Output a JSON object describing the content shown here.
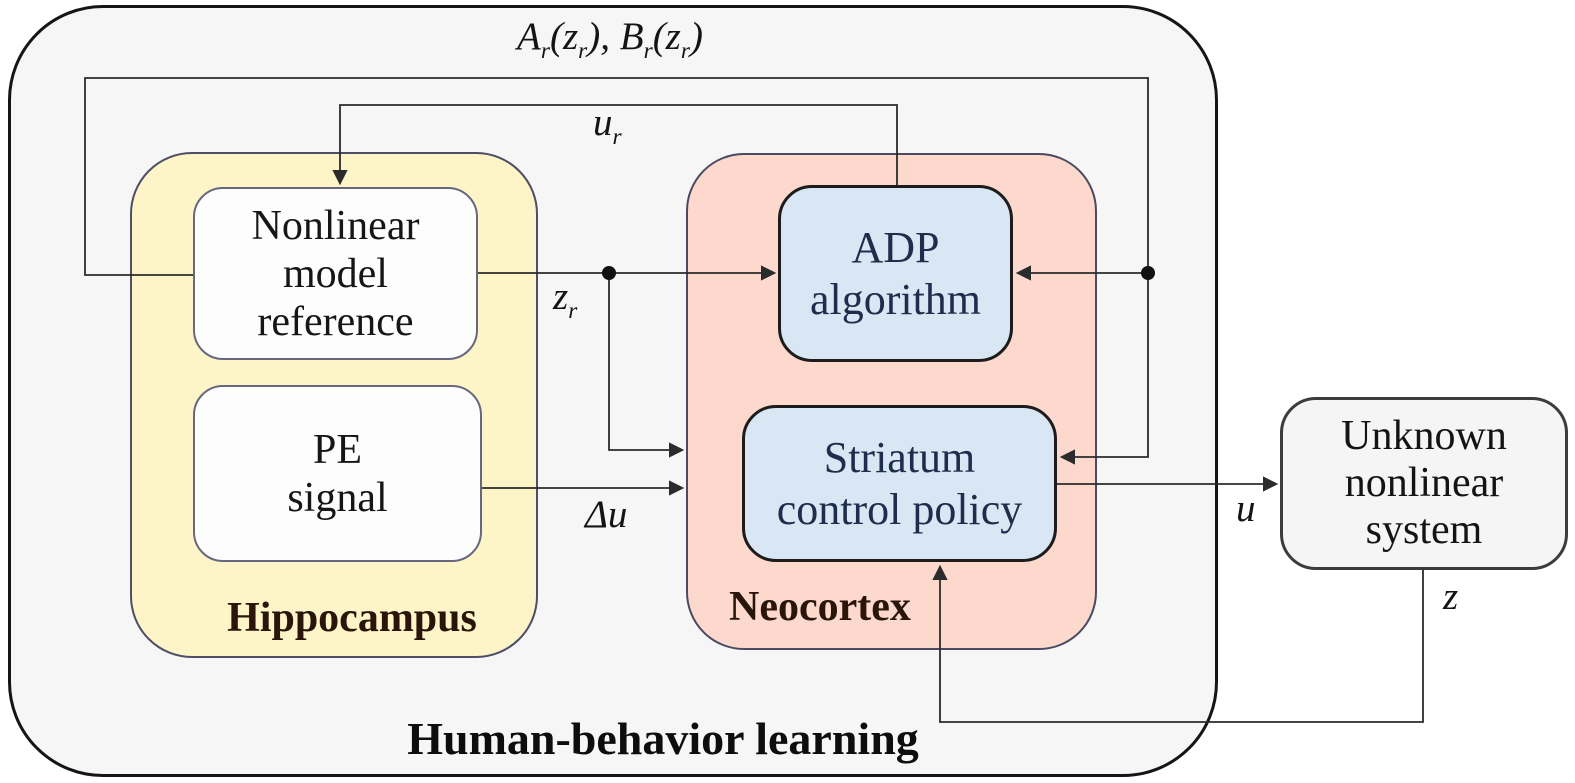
{
  "colors": {
    "outer_fill": "#f6f6f7",
    "hippocampus_fill": "#fdf4c8",
    "neocortex_fill": "#fcd8cd",
    "module_fill": "#d9e6f3",
    "box_fill": "#fdfdfe",
    "plant_fill": "#f5f5f6",
    "wire": "#2b2b2b",
    "brown_label": "#2a150a",
    "navy_text": "#1f2d4d"
  },
  "outer": {
    "label": "Human-behavior learning"
  },
  "hippocampus": {
    "label": "Hippocampus",
    "model_reference": {
      "l1": "Nonlinear",
      "l2": "model",
      "l3": "reference"
    },
    "pe_signal": {
      "l1": "PE",
      "l2": "signal"
    }
  },
  "neocortex": {
    "label": "Neocortex",
    "adp": {
      "l1": "ADP",
      "l2": "algorithm"
    },
    "striatum": {
      "l1": "Striatum",
      "l2": "control policy"
    }
  },
  "plant": {
    "l1": "Unknown",
    "l2": "nonlinear",
    "l3": "system"
  },
  "signals": {
    "ab": {
      "a_base": "A",
      "a_sub": "r",
      "a_arg": "(z",
      "a_argsub": "r",
      "a_close": "), ",
      "b_base": "B",
      "b_sub": "r",
      "b_arg": "(z",
      "b_argsub": "r",
      "b_close": ")"
    },
    "ur": {
      "base": "u",
      "sub": "r"
    },
    "zr": {
      "base": "z",
      "sub": "r"
    },
    "du": {
      "text": "Δu"
    },
    "u": {
      "text": "u"
    },
    "z": {
      "text": "z"
    }
  }
}
